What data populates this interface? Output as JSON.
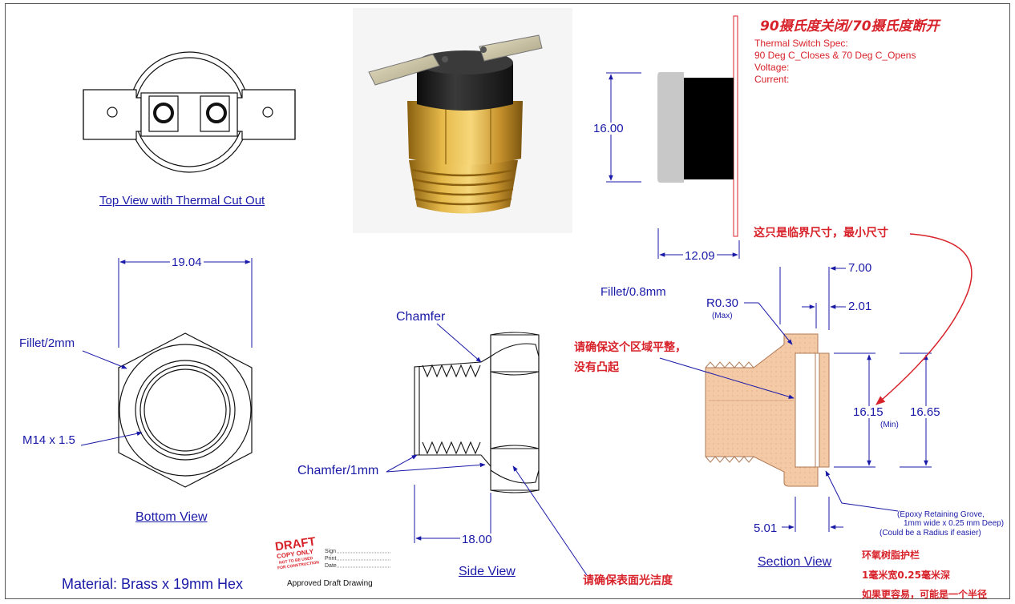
{
  "spec": {
    "title": "90摄氏度关闭/70摄氏度断开",
    "lines": [
      "Thermal Switch Spec:",
      "90 Deg C_Closes & 70 Deg C_Opens",
      "Voltage:",
      "Current:"
    ]
  },
  "views": {
    "top": "Top View with Thermal Cut Out",
    "bottom": "Bottom View",
    "side": "Side View",
    "section": "Section View"
  },
  "labels": {
    "fillet_2mm": "Fillet/2mm",
    "thread": "M14 x 1.5",
    "chamfer": "Chamfer",
    "chamfer_1mm": "Chamfer/1mm",
    "fillet_08": "Fillet/0.8mm",
    "radius": "R0.30",
    "radius_note": "(Max)",
    "material": "Material: Brass x 19mm Hex",
    "epoxy_note": [
      "(Epoxy Retaining Grove,",
      "1mm wide x 0.25 mm Deep)",
      "(Could be a Radius if easier)"
    ]
  },
  "dims": {
    "hex_width": "19.04",
    "cap_height": "16.00",
    "cap_width": "12.09",
    "side_length": "18.00",
    "d_700": "7.00",
    "d_201": "2.01",
    "d_1615": "16.15",
    "d_1615_note": "(Min)",
    "d_1665": "16.65",
    "d_501": "5.01"
  },
  "red_notes": {
    "critical": "这只是临界尺寸，最小尺寸",
    "flat_1": "请确保这个区域平整，",
    "flat_2": "没有凸起",
    "polish": "请确保表面光洁度",
    "epoxy_cn": [
      "环氧树脂护栏",
      "1毫米宽0.25毫米深",
      "如果更容易，可能是一个半径"
    ]
  },
  "stamp": {
    "draft": "DRAFT",
    "copy_only": "COPY ONLY",
    "not_for": "NOT TO BE USED",
    "construction": "FOR CONSTRUCTION",
    "sign": "Sign",
    "print": "Print",
    "date": "Date",
    "approved": "Approved Draft Drawing"
  },
  "colors": {
    "annotation_blue": "#1a1aa8",
    "note_red": "#d8222a",
    "brass_section": "#f3c9a6"
  }
}
